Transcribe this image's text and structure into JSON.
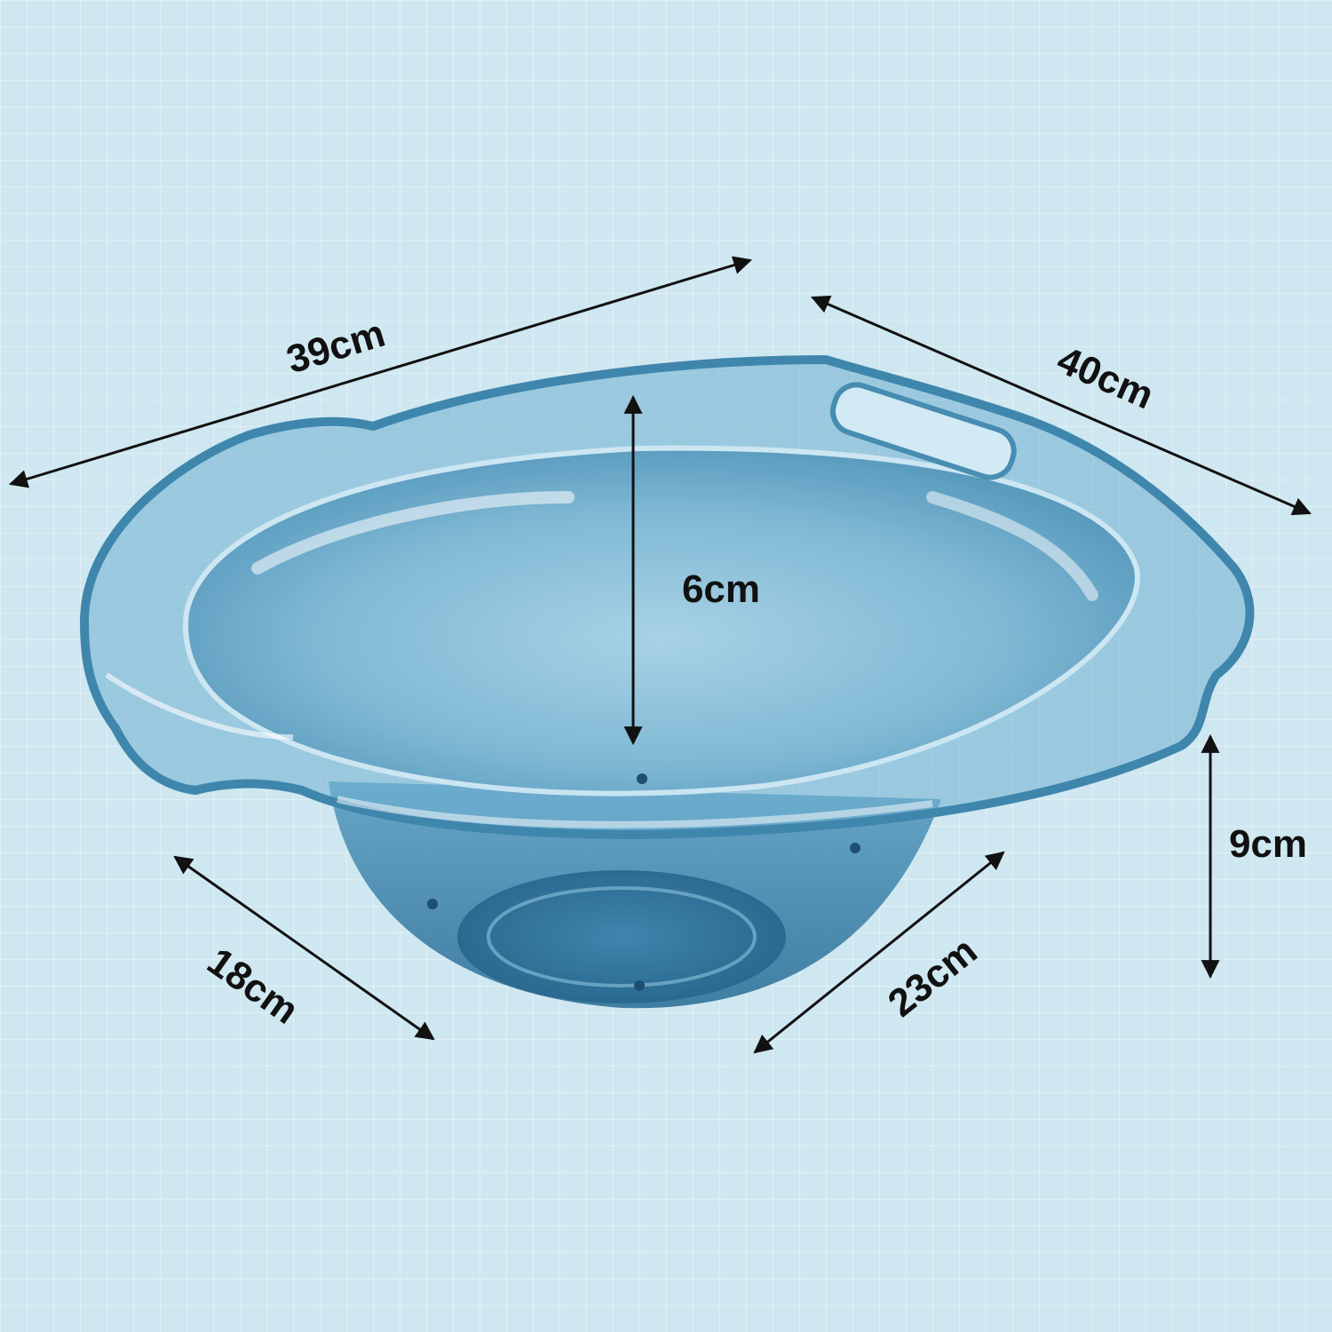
{
  "dimensions": {
    "top_width": "39cm",
    "top_depth": "40cm",
    "inner_height": "6cm",
    "total_height": "9cm",
    "base_width": "18cm",
    "base_depth": "23cm"
  },
  "colors": {
    "background": "#cfe7f0",
    "bowl_blue": "#3f86ad",
    "bowl_rim": "#5d9fc3",
    "arrow": "#111111"
  }
}
